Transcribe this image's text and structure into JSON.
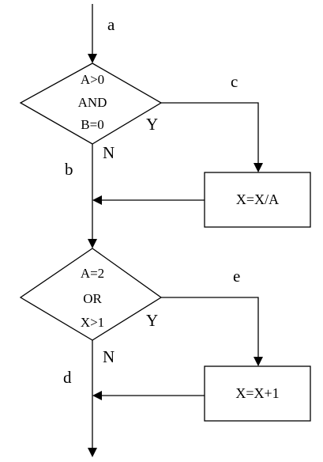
{
  "edge_labels": {
    "a": "a",
    "b": "b",
    "c": "c",
    "d": "d",
    "e": "e"
  },
  "decision1": {
    "line1": "A>0",
    "line2": "AND",
    "line3": "B=0",
    "yes": "Y",
    "no": "N"
  },
  "process1": {
    "text": "X=X/A"
  },
  "decision2": {
    "line1": "A=2",
    "line2": "OR",
    "line3": "X>1",
    "yes": "Y",
    "no": "N"
  },
  "process2": {
    "text": "X=X+1"
  }
}
